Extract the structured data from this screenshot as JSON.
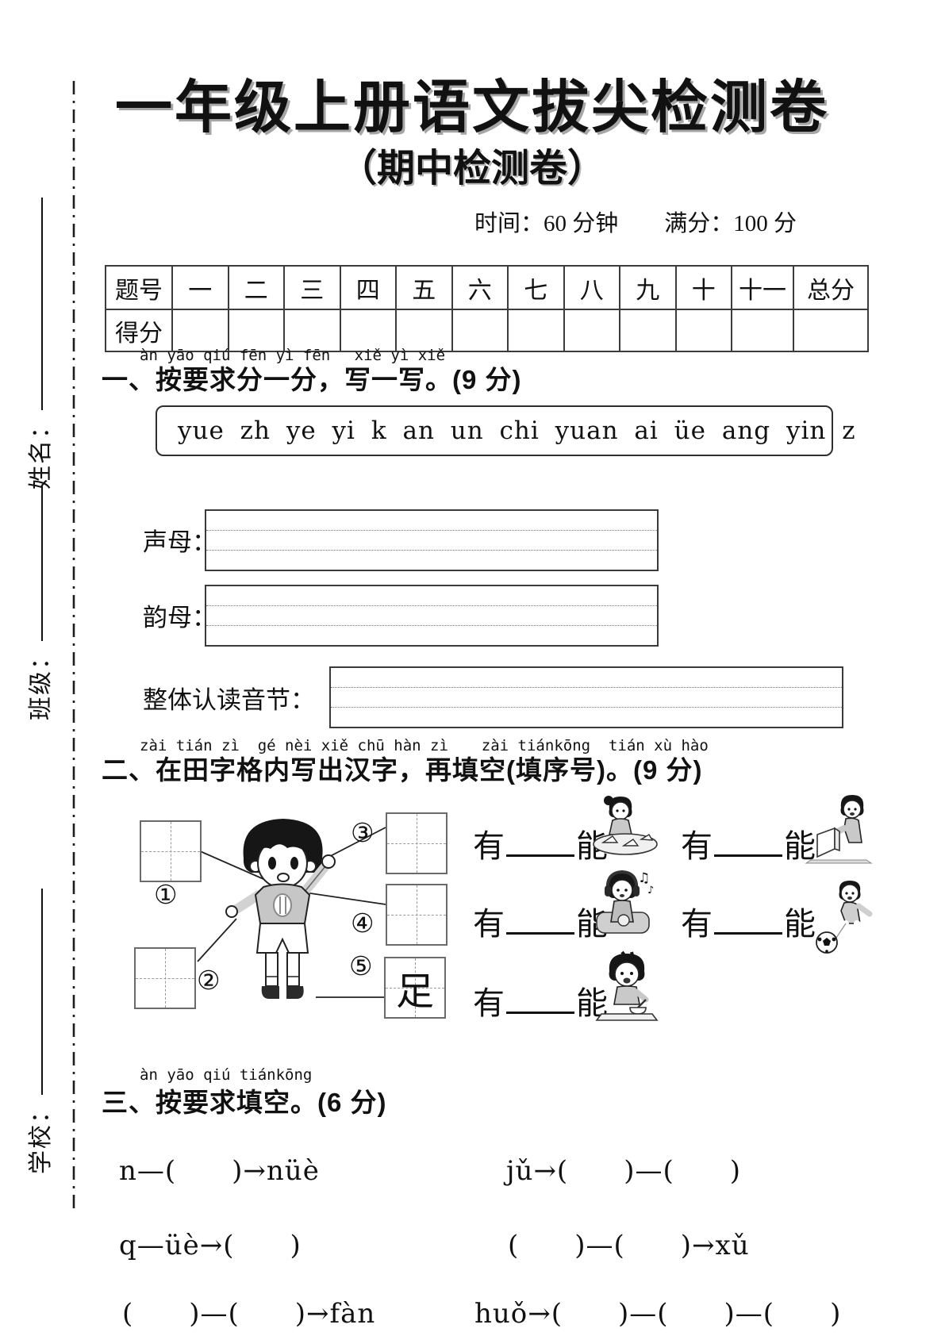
{
  "page": {
    "title": "一年级上册语文拔尖检测卷",
    "subtitle": "（期中检测卷）",
    "meta": "时间：60 分钟　　满分：100 分"
  },
  "sidebar": {
    "fields": [
      {
        "label": "姓名："
      },
      {
        "label": "班级："
      },
      {
        "label": "学校："
      }
    ]
  },
  "score_table": {
    "header_label": "题号",
    "columns": [
      "一",
      "二",
      "三",
      "四",
      "五",
      "六",
      "七",
      "八",
      "九",
      "十",
      "十一",
      "总分"
    ],
    "row_label": "得分"
  },
  "section1": {
    "pinyin": "àn yāo qiú fēn yì fēn　 xiě yì xiě",
    "heading": "一、按要求分一分，写一写。(9 分)",
    "letters_box": "yue zh ye yi k an un chi yuan ai üe ang yin z",
    "rows": [
      {
        "label": "声母："
      },
      {
        "label": "韵母："
      },
      {
        "label": "整体认读音节："
      }
    ]
  },
  "section2": {
    "pinyin": "zài tián zì  gé nèi xiě chū hàn zì　  zài tiánkōng  tián xù hào",
    "heading": "二、在田字格内写出汉字，再填空(填序号)。(9 分)",
    "numbers": [
      "①",
      "②",
      "③",
      "④",
      "⑤"
    ],
    "box5_char": "足",
    "fill_phrases": [
      {
        "pre": "有",
        "post": "能",
        "icon": "origami-girl"
      },
      {
        "pre": "有",
        "post": "能",
        "icon": "reading-boy"
      },
      {
        "pre": "有",
        "post": "能",
        "icon": "music-girl"
      },
      {
        "pre": "有",
        "post": "能",
        "icon": "soccer-boy"
      },
      {
        "pre": "有",
        "post": "能",
        "icon": "eating-boy"
      }
    ]
  },
  "section3": {
    "pinyin": "àn yāo qiú tiánkōng",
    "heading": "三、按要求填空。(6 分)",
    "items": [
      {
        "text": "n—(　　)→nüè"
      },
      {
        "text": "jǔ→(　　)—(　　)"
      },
      {
        "text": "q—üè→(　　)"
      },
      {
        "text": "(　　)—(　　)→xǔ"
      },
      {
        "text": "(　　)—(　　)→fàn"
      },
      {
        "text": "huǒ→(　　)—(　　)—(　　)"
      }
    ]
  }
}
